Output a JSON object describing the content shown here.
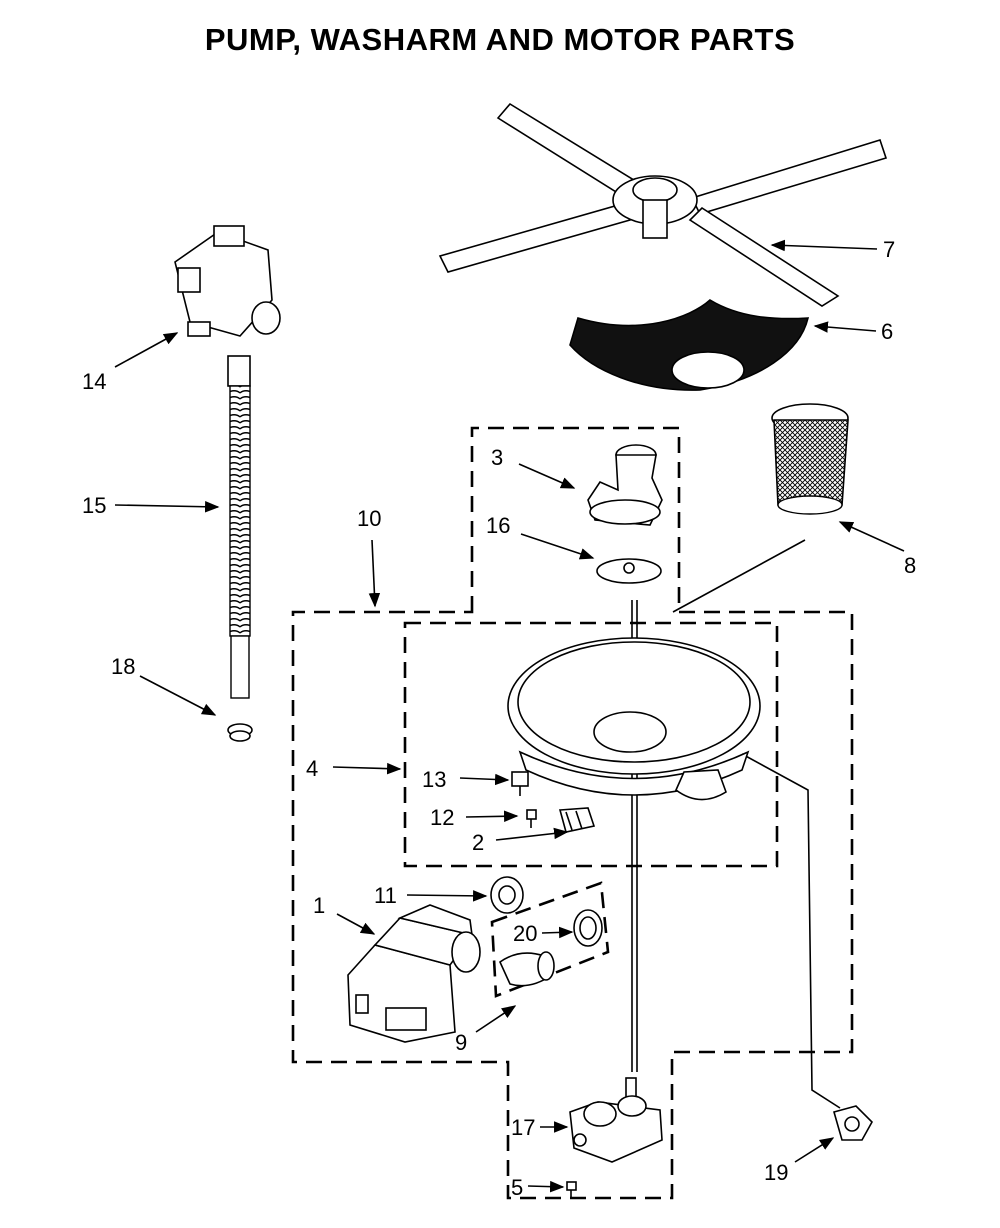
{
  "title": "PUMP, WASHARM AND MOTOR PARTS",
  "callouts": {
    "c1": "1",
    "c2": "2",
    "c3": "3",
    "c4": "4",
    "c5": "5",
    "c6": "6",
    "c7": "7",
    "c8": "8",
    "c9": "9",
    "c10": "10",
    "c11": "11",
    "c12": "12",
    "c13": "13",
    "c14": "14",
    "c15": "15",
    "c16": "16",
    "c17": "17",
    "c18": "18",
    "c19": "19",
    "c20": "20"
  }
}
